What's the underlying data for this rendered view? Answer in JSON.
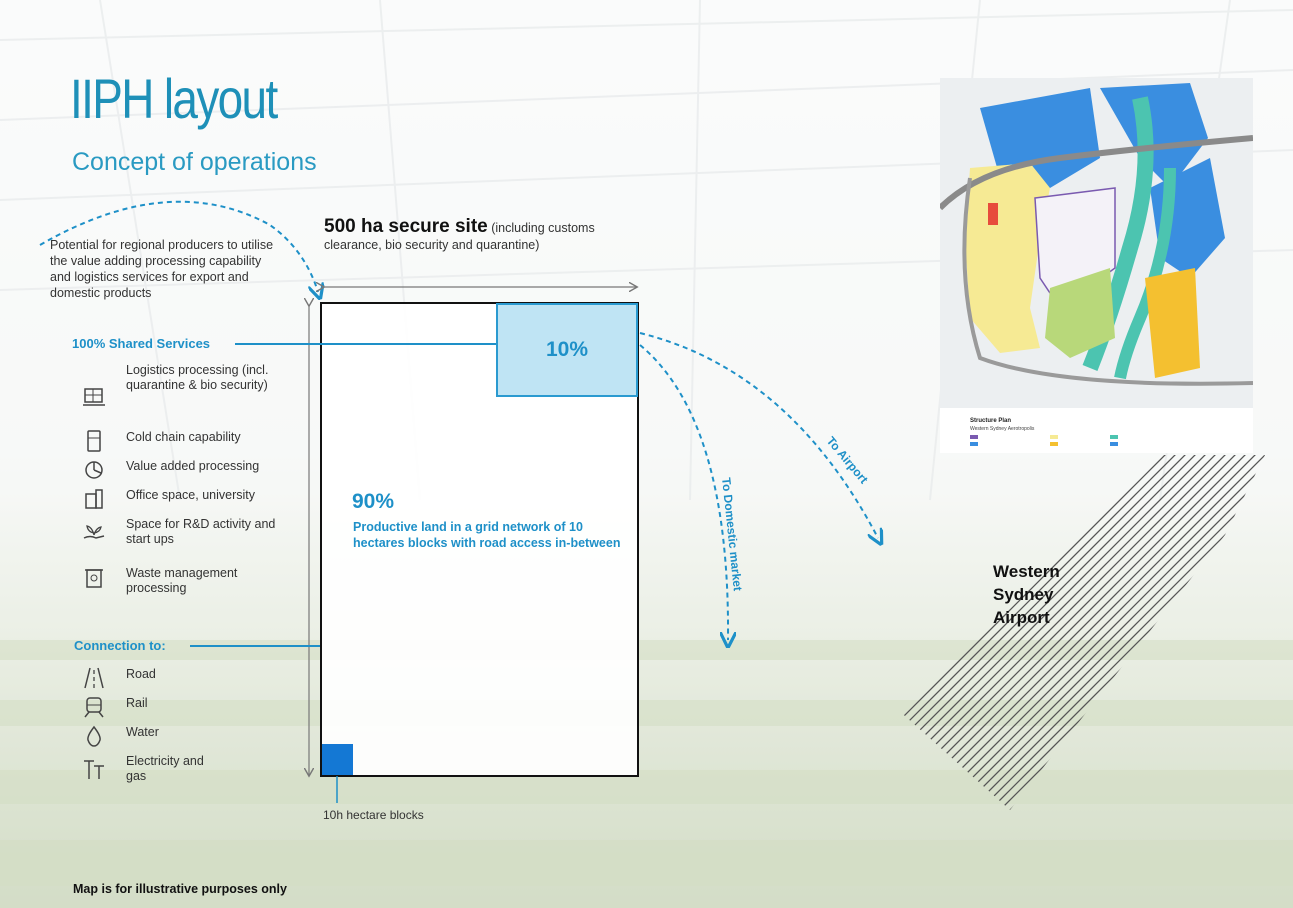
{
  "header": {
    "title": "IIPH layout",
    "subtitle": "Concept of operations"
  },
  "intro": {
    "potential_text": "Potential for regional producers to utilise the value adding processing capability and logistics services for export and domestic products"
  },
  "shared_services": {
    "heading": "100% Shared Services",
    "items": [
      {
        "icon": "logistics-icon",
        "label": "Logistics processing (incl. quarantine & bio security)"
      },
      {
        "icon": "cold-chain-icon",
        "label": "Cold chain capability"
      },
      {
        "icon": "pie-chart-icon",
        "label": "Value added processing"
      },
      {
        "icon": "office-icon",
        "label": "Office space, university"
      },
      {
        "icon": "seedling-hand-icon",
        "label": "Space for R&D activity and start ups"
      },
      {
        "icon": "waste-bin-icon",
        "label": "Waste management processing"
      }
    ]
  },
  "connections": {
    "heading": "Connection to:",
    "items": [
      {
        "icon": "road-icon",
        "label": "Road"
      },
      {
        "icon": "rail-icon",
        "label": "Rail"
      },
      {
        "icon": "water-drop-icon",
        "label": "Water"
      },
      {
        "icon": "power-pylon-icon",
        "label": "Electricity and gas"
      }
    ]
  },
  "site": {
    "title": "500 ha secure site",
    "note": "(including customs clearance, bio security and quarantine)",
    "shared_percent": "10%",
    "productive_percent": "90%",
    "productive_text": "Productive land in a grid network of 10 hectares blocks with road access in-between",
    "block_label": "10h hectare blocks"
  },
  "routes": {
    "domestic": "To Domestic market",
    "airport": "To Airport"
  },
  "airport": {
    "lines": [
      "Western",
      "Sydney",
      "Airport"
    ]
  },
  "map": {
    "legend_title": "Structure Plan",
    "legend_subtitle": "Western Sydney Aerotropolis"
  },
  "footer": {
    "disclaimer": "Map is for illustrative purposes only"
  },
  "colors": {
    "accent": "#1e90c8",
    "light_blue": "#bfe4f4",
    "block_blue": "#1478d4",
    "map_blue": "#3a8ee0",
    "map_teal": "#4cc4b0",
    "map_yellow": "#f6ea94",
    "map_orange": "#f4c030"
  }
}
